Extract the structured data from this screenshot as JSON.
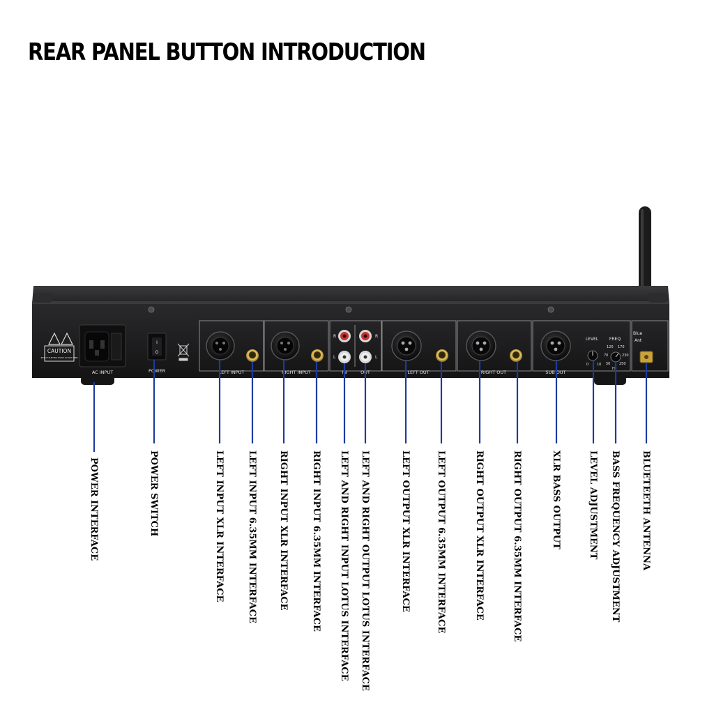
{
  "page_title": "REAR PANEL BUTTON INTRODUCTION",
  "panel_text": {
    "ac_input": "AC INPUT",
    "power": "POWER",
    "caution_header": "CAUTION",
    "caution_small": "RISK OF ELECTRIC SHOCK DO NOT OPEN",
    "power_on_mark": "I",
    "power_off_mark": "O",
    "left_input": "LEFT INPUT",
    "right_input": "RIGHT INPUT",
    "in": "IN",
    "out": "OUT",
    "rca_r": "R",
    "rca_l": "L",
    "left_out": "LEFT OUT",
    "right_out": "RIGHT OUT",
    "sub_out": "SUB OUT",
    "level": "LEVEL",
    "freq": "FREQ",
    "level_min": "0",
    "level_max": "10",
    "freq_120": "120",
    "freq_170": "170",
    "freq_70": "70",
    "freq_230": "230",
    "freq_50": "50",
    "freq_250": "250",
    "freq_unit": "Hz",
    "bluetooth_top": "Blue",
    "bluetooth_bottom": "Ant"
  },
  "callouts": [
    {
      "id": "power-interface",
      "label": "POWER INTERFACE"
    },
    {
      "id": "power-switch",
      "label": "POWER SWITCH"
    },
    {
      "id": "left-input-xlr",
      "label": "LEFT INPUT XLR INTERFACE"
    },
    {
      "id": "left-input-635",
      "label": "LEFT INPUT 6.35MM INTERFACE"
    },
    {
      "id": "right-input-xlr",
      "label": "RIGHT INPUT XLR INTERFACE"
    },
    {
      "id": "right-input-635",
      "label": "RIGHT INPUT 6.35MM INTERFACE"
    },
    {
      "id": "lr-input-lotus",
      "label": "LEFT AND RIGHT INPUT LOTUS INTERFACE"
    },
    {
      "id": "lr-output-lotus",
      "label": "LEFT AND RIGHT OUTPUT LOTUS INTERFACE"
    },
    {
      "id": "left-output-xlr",
      "label": "LEFT OUTPUT XLR INTERFACE"
    },
    {
      "id": "left-output-635",
      "label": "LEFT OUTPUT 6.35MM INTERFACE"
    },
    {
      "id": "right-output-xlr",
      "label": "RIGHT OUTPUT XLR INTERFACE"
    },
    {
      "id": "right-output-635",
      "label": "RIGHT OUTPUT 6.35MM INTERFACE"
    },
    {
      "id": "xlr-bass-output",
      "label": "XLR BASS OUTPUT"
    },
    {
      "id": "level-adjustment",
      "label": "LEVEL ADJUSTMENT"
    },
    {
      "id": "bass-frequency-adjustment",
      "label": "BASS FREQUENCY ADJUSTMENT"
    },
    {
      "id": "bluetooth-antenna",
      "label": "BLUETEETH ANTENNA"
    }
  ],
  "colors": {
    "callout_line": "#1d3a9e",
    "chassis": "#1c1c1e",
    "chassis_edge": "#2c2c2e",
    "connector_gold": "#c9a23c",
    "rca_red": "#c8342f",
    "rca_white": "#e6e6e6"
  }
}
